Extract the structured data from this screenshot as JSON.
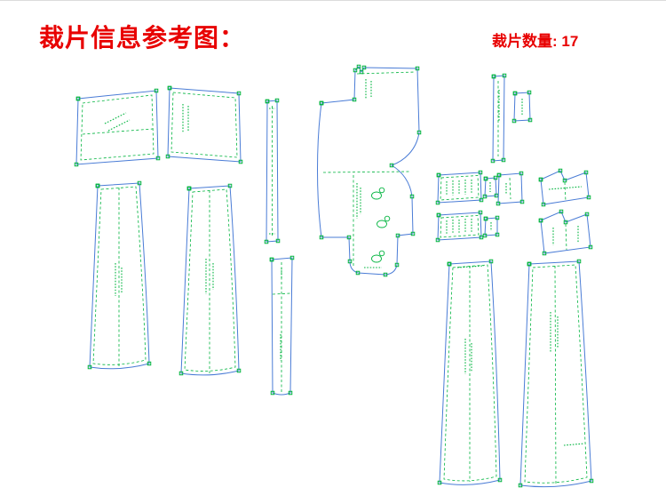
{
  "header": {
    "title": "裁片信息参考图：",
    "count_label": "裁片数量: 17"
  },
  "colors": {
    "title_red": "#e80000",
    "outline_blue": "#4a7cd6",
    "marker_green": "#00b43e",
    "background": "#ffffff"
  },
  "canvas": {
    "piece_count": 17
  }
}
